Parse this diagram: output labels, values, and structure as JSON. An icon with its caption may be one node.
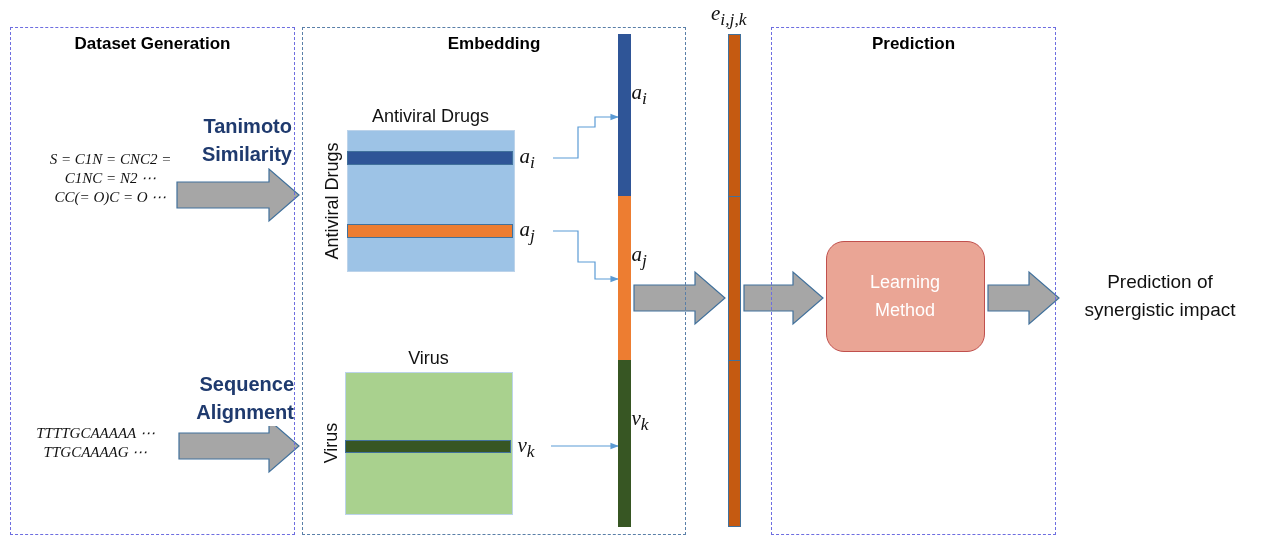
{
  "diagram": {
    "nodes": [
      {
        "text": [
          "Dataset Generation"
        ]
      },
      {
        "text": [
          "S = C1N = CNC2 = C1NC = N2 ⋯ CC(= O)C = O ⋯"
        ],
        "in": 0
      },
      {
        "text": [
          "TTTTGCAAAAA ⋯ TTGCAAAAG ⋯"
        ],
        "in": 0
      },
      {
        "text": [
          "Embedding"
        ]
      },
      {
        "text": [
          "Antiviral Drugs",
          "Antiviral Drugs"
        ],
        "in": 3
      },
      {
        "text": [],
        "shape": "bar",
        "in": 4,
        "beside": [
          "a$_{i}$"
        ]
      },
      {
        "text": [],
        "shape": "bar",
        "in": 4,
        "beside": [
          "a$_{j}$"
        ]
      },
      {
        "text": [
          "Virus",
          "Virus"
        ],
        "in": 3
      },
      {
        "text": [],
        "shape": "bar",
        "in": 7,
        "beside": [
          "v$_{k}$"
        ]
      },
      {
        "text": [],
        "shape": "bar",
        "in": 3
      },
      {
        "text": [],
        "shape": "bar",
        "in": 9,
        "beside": [
          "a$_{i}$"
        ]
      },
      {
        "text": [],
        "shape": "bar",
        "in": 9,
        "beside": [
          "a$_{j}$"
        ]
      },
      {
        "text": [],
        "shape": "bar",
        "in": 9,
        "beside": [
          "v$_{k}$"
        ]
      },
      {
        "text": [],
        "shape": "bar",
        "beside": [
          "e$_{i,j,k}$"
        ]
      },
      {
        "text": [
          "Prediction"
        ]
      },
      {
        "text": [
          "Learning Method"
        ],
        "in": 14
      },
      {
        "text": [
          "Prediction of synergistic impact"
        ]
      }
    ],
    "edges": [
      {
        "from": 1,
        "to": 3,
        "arrow": "to",
        "label": "Tanimoto Similarity",
        "style": "thick"
      },
      {
        "from": 2,
        "to": 3,
        "arrow": "to",
        "label": "Sequence Alignment",
        "style": "thick"
      },
      {
        "from": 5,
        "to": 10,
        "arrow": "to",
        "color": "#5b9bd5"
      },
      {
        "from": 6,
        "to": 11,
        "arrow": "to",
        "color": "#5b9bd5"
      },
      {
        "from": 8,
        "to": 12,
        "arrow": "to",
        "color": "#5b9bd5"
      },
      {
        "from": 9,
        "to": 13,
        "arrow": "to",
        "style": "thick"
      },
      {
        "from": 13,
        "to": 15,
        "arrow": "to",
        "style": "thick"
      },
      {
        "from": 15,
        "to": 16,
        "arrow": "to",
        "style": "thick"
      }
    ]
  }
}
